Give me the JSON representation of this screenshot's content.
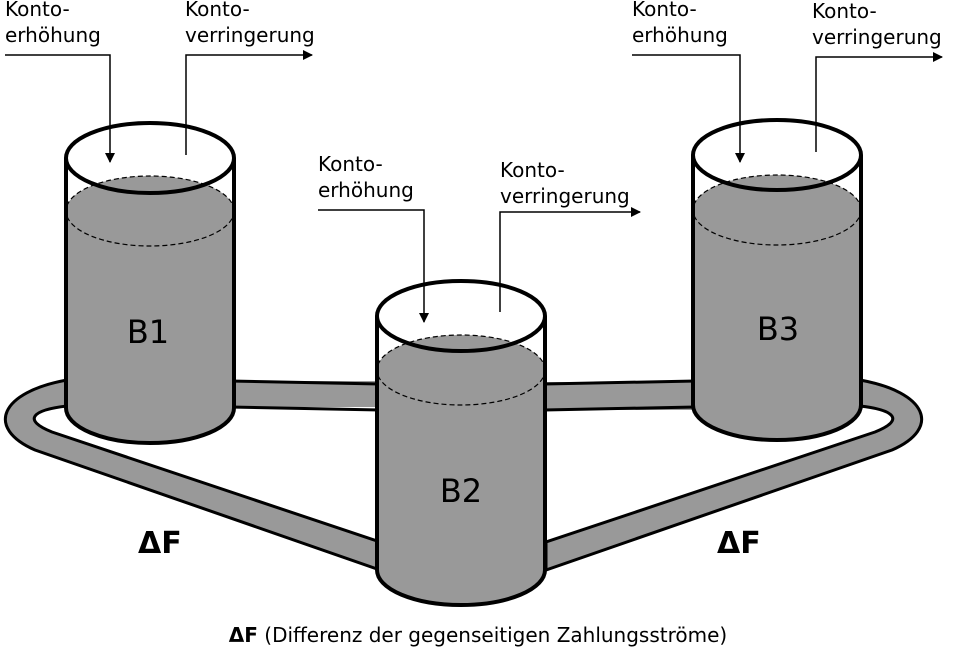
{
  "colors": {
    "liquid": "#999999",
    "stroke": "#000000"
  },
  "tanks": [
    {
      "label": "B1",
      "in_label": [
        "Konto-",
        "erhöhung"
      ],
      "out_label": [
        "Konto-",
        "verringerung"
      ]
    },
    {
      "label": "B2",
      "in_label": [
        "Konto-",
        "erhöhung"
      ],
      "out_label": [
        "Konto-",
        "verringerung"
      ]
    },
    {
      "label": "B3",
      "in_label": [
        "Konto-",
        "erhöhung"
      ],
      "out_label": [
        "Konto-",
        "verringerung"
      ]
    }
  ],
  "delta_left": "ΔF",
  "delta_right": "ΔF",
  "caption": {
    "symbol": "ΔF",
    "text": " (Differenz der gegenseitigen Zahlungsströme)"
  }
}
